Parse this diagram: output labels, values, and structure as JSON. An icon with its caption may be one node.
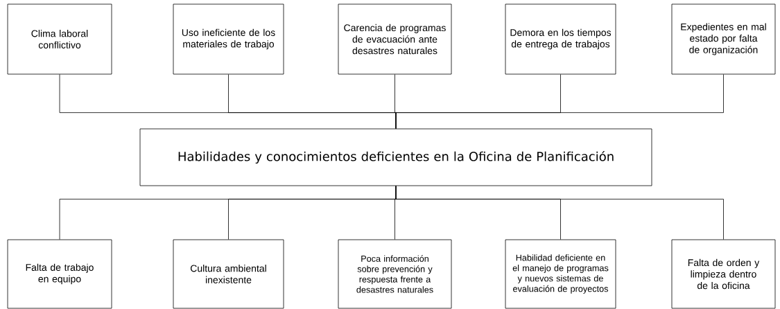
{
  "diagram": {
    "nodes": [
      {
        "text": [
          "Clima laboral conflictivo"
        ]
      },
      {
        "text": [
          "Uso ineficiente de los materiales de trabajo"
        ]
      },
      {
        "text": [
          "Carencia de programas de evacuación ante desastres naturales"
        ]
      },
      {
        "text": [
          "Demora en los tiempos de entrega de trabajos"
        ]
      },
      {
        "text": [
          "Expedientes en mal estado por falta de organización"
        ]
      },
      {
        "text": [
          "Habilidades y conocimientos deficientes en la Oficina de Planificación"
        ]
      },
      {
        "text": [
          "Falta de trabajo en equipo"
        ]
      },
      {
        "text": [
          "Cultura ambiental inexistente"
        ]
      },
      {
        "text": [
          "Poca información sobre prevención y respuesta frente a desastres naturales"
        ]
      },
      {
        "text": [
          "Habilidad deficiente en el manejo de programas y nuevos sistemas de evaluación de proyectos"
        ]
      },
      {
        "text": [
          "Falta de orden y limpieza dentro de la oficina"
        ]
      }
    ],
    "edges": [
      {
        "from": 5,
        "to": 0,
        "arrow": "none"
      },
      {
        "from": 5,
        "to": 1,
        "arrow": "none"
      },
      {
        "from": 5,
        "to": 2,
        "arrow": "none"
      },
      {
        "from": 5,
        "to": 3,
        "arrow": "none"
      },
      {
        "from": 5,
        "to": 4,
        "arrow": "none"
      },
      {
        "from": 5,
        "to": 6,
        "arrow": "none"
      },
      {
        "from": 5,
        "to": 7,
        "arrow": "none"
      },
      {
        "from": 5,
        "to": 8,
        "arrow": "none"
      },
      {
        "from": 5,
        "to": 9,
        "arrow": "none"
      },
      {
        "from": 5,
        "to": 10,
        "arrow": "none"
      }
    ]
  }
}
